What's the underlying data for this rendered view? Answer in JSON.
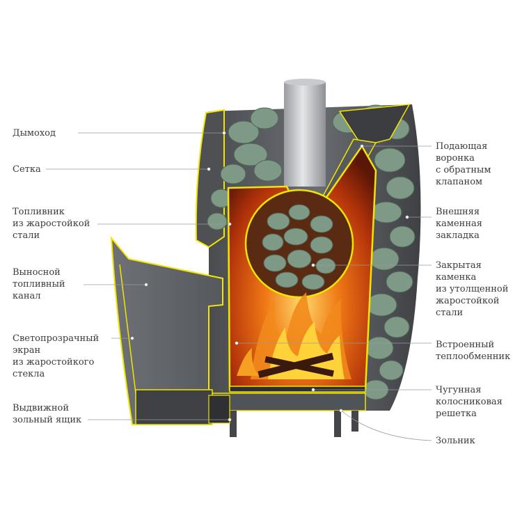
{
  "labels_left": [
    {
      "text": "Дымоход"
    },
    {
      "text": "Сетка"
    },
    {
      "text": "Топливник\nиз жаростойкой\nстали"
    },
    {
      "text": "Выносной\nтопливный\nканал"
    },
    {
      "text": "Светопрозрачный\nэкран\nиз жаростойкого\nстекла"
    },
    {
      "text": "Выдвижной\nзольный ящик"
    }
  ],
  "labels_right": [
    {
      "text": "Подающая\nворонка\nс обратным\nклапаном"
    },
    {
      "text": "Внешняя\nкаменная\nзакладка"
    },
    {
      "text": "Закрытая\nкаменка\nиз утолщенной\nжаростойкой\nстали"
    },
    {
      "text": "Встроенный\nтеплообменник"
    },
    {
      "text": "Чугунная\nколосниковая\nрешетка"
    },
    {
      "text": "Зольник"
    }
  ],
  "colors": {
    "steel": "#5c5e62",
    "steel_dark": "#3e4044",
    "steel_light": "#8a8d92",
    "outline_yellow": "#f2e600",
    "fire_glow": "#c9400b",
    "fire_core": "#ffd23a",
    "stone": "#7e9a86",
    "leader": "#9a9a9a"
  }
}
